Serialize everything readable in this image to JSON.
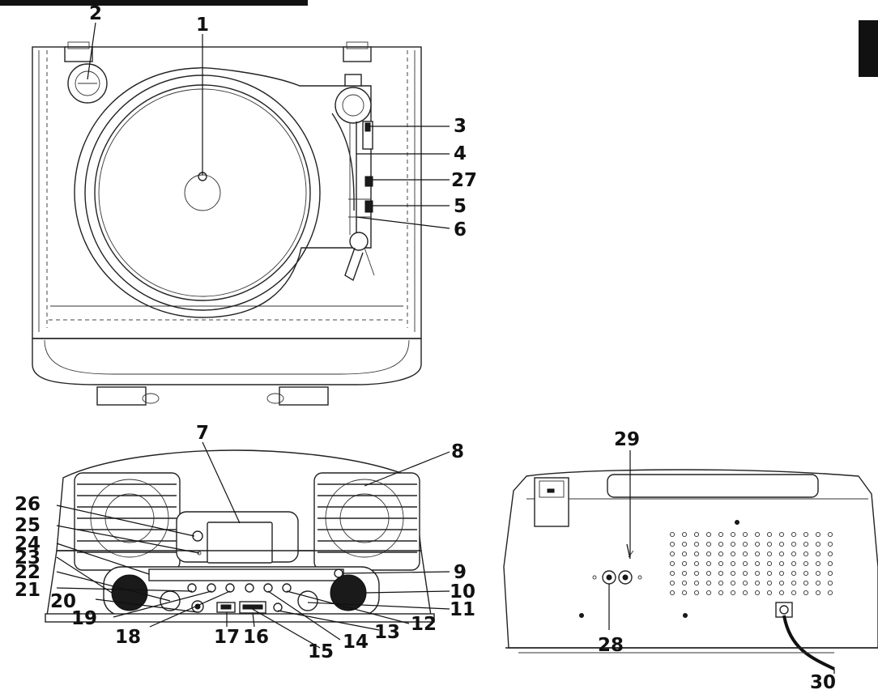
{
  "header_fragment": "",
  "callouts": {
    "c1": "1",
    "c2": "2",
    "c3": "3",
    "c4": "4",
    "c5": "5",
    "c6": "6",
    "c7": "7",
    "c8": "8",
    "c9": "9",
    "c10": "10",
    "c11": "11",
    "c12": "12",
    "c13": "13",
    "c14": "14",
    "c15": "15",
    "c16": "16",
    "c17": "17",
    "c18": "18",
    "c19": "19",
    "c20": "20",
    "c21": "21",
    "c22": "22",
    "c23": "23",
    "c24": "24",
    "c25": "25",
    "c26": "26",
    "c27": "27",
    "c28": "28",
    "c29": "29",
    "c30": "30"
  }
}
